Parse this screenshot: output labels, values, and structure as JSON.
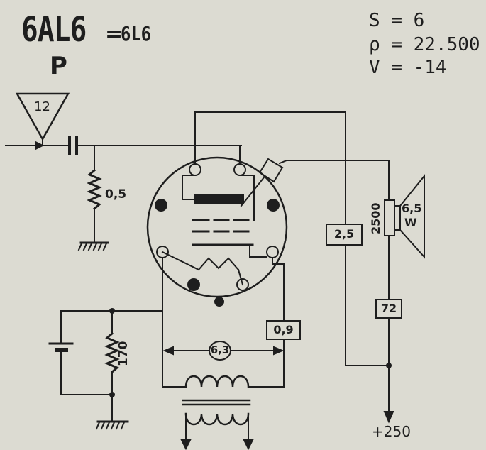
{
  "tube": {
    "name": "6AL6",
    "equiv_sign": "=",
    "equivalent": "6L6",
    "type_letter": "P"
  },
  "params": [
    {
      "symbol": "S",
      "sep": "=",
      "value": "6"
    },
    {
      "symbol": "ρ",
      "sep": "=",
      "value": "22.500"
    },
    {
      "symbol": "V",
      "sep": "=",
      "value": "-14"
    }
  ],
  "components": {
    "input_triangle": "12",
    "grid_resistor": "0,5",
    "cathode_resistor": "170",
    "screen_resistor": "2,5",
    "heater_resistor": "0,9",
    "heater_voltage": "6,3",
    "speaker_transformer": "2500",
    "speaker_power_value": "6,5",
    "speaker_power_unit": "W",
    "supply_resistor": "72",
    "supply_voltage": "+250"
  },
  "colors": {
    "background": "#dcdbd2",
    "ink": "#1e1e1e"
  }
}
